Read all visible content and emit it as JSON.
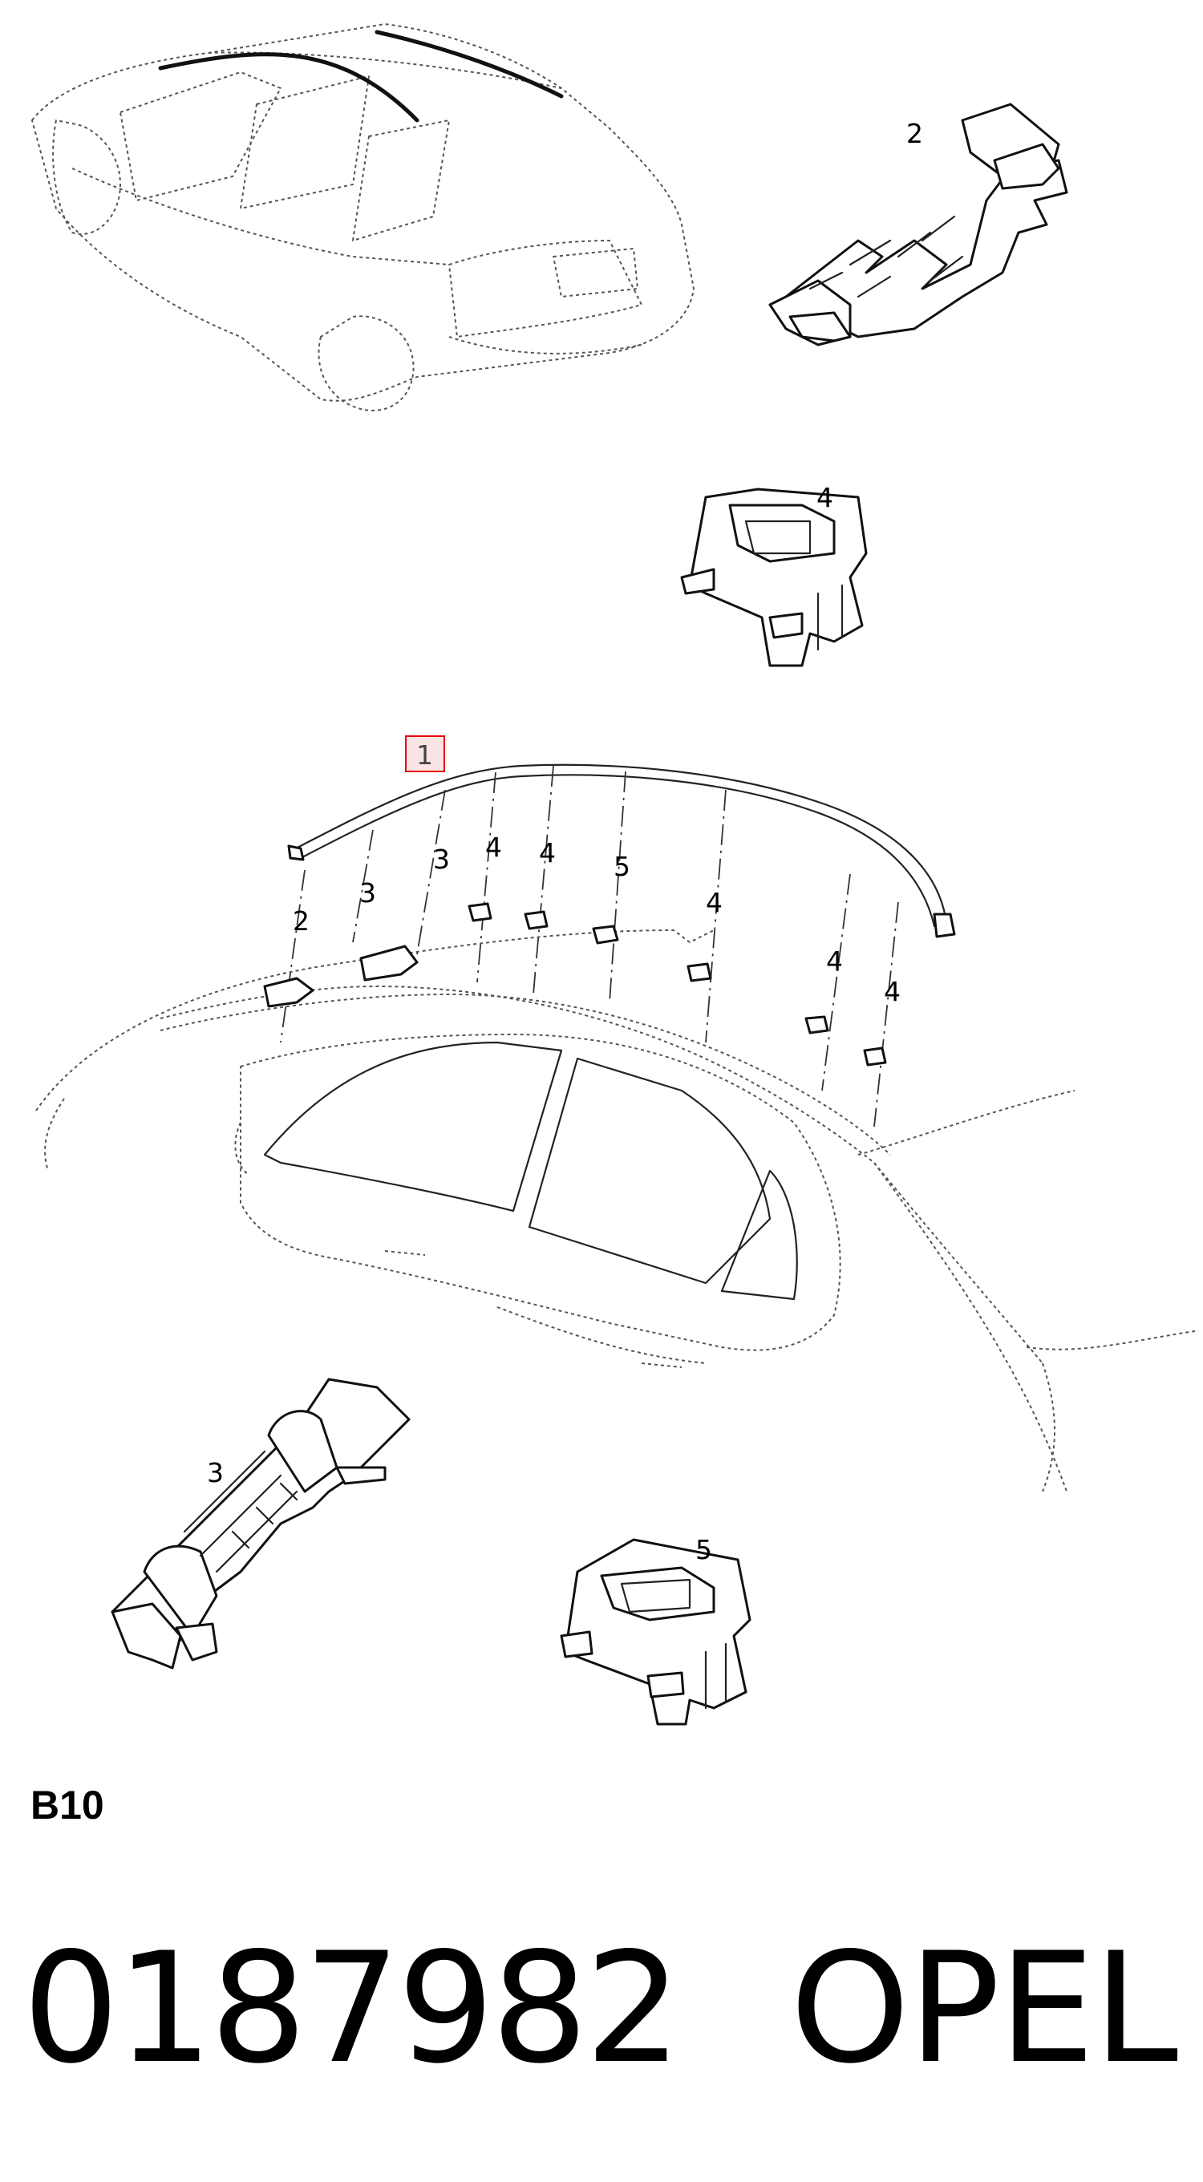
{
  "diagram": {
    "callouts": {
      "roof_moulding": "1",
      "clip_front_top": "2",
      "clip_front_car": "2",
      "clip_a_car": "3",
      "clip_b_car": "3",
      "retainer_top": "4",
      "retainer_car_1": "4",
      "retainer_car_2": "4",
      "retainer_car_3": "4",
      "retainer_car_4": "4",
      "retainer_car_5": "4",
      "retainer_car_6": "5",
      "clip_detail_lower": "3",
      "retainer_detail_lower": "5"
    },
    "highlight_color": "#e8000b",
    "highlight_fill": "#fbe4e4"
  },
  "footer": {
    "diagram_code": "B10",
    "part_number": "0187982",
    "brand": "OPEL"
  }
}
